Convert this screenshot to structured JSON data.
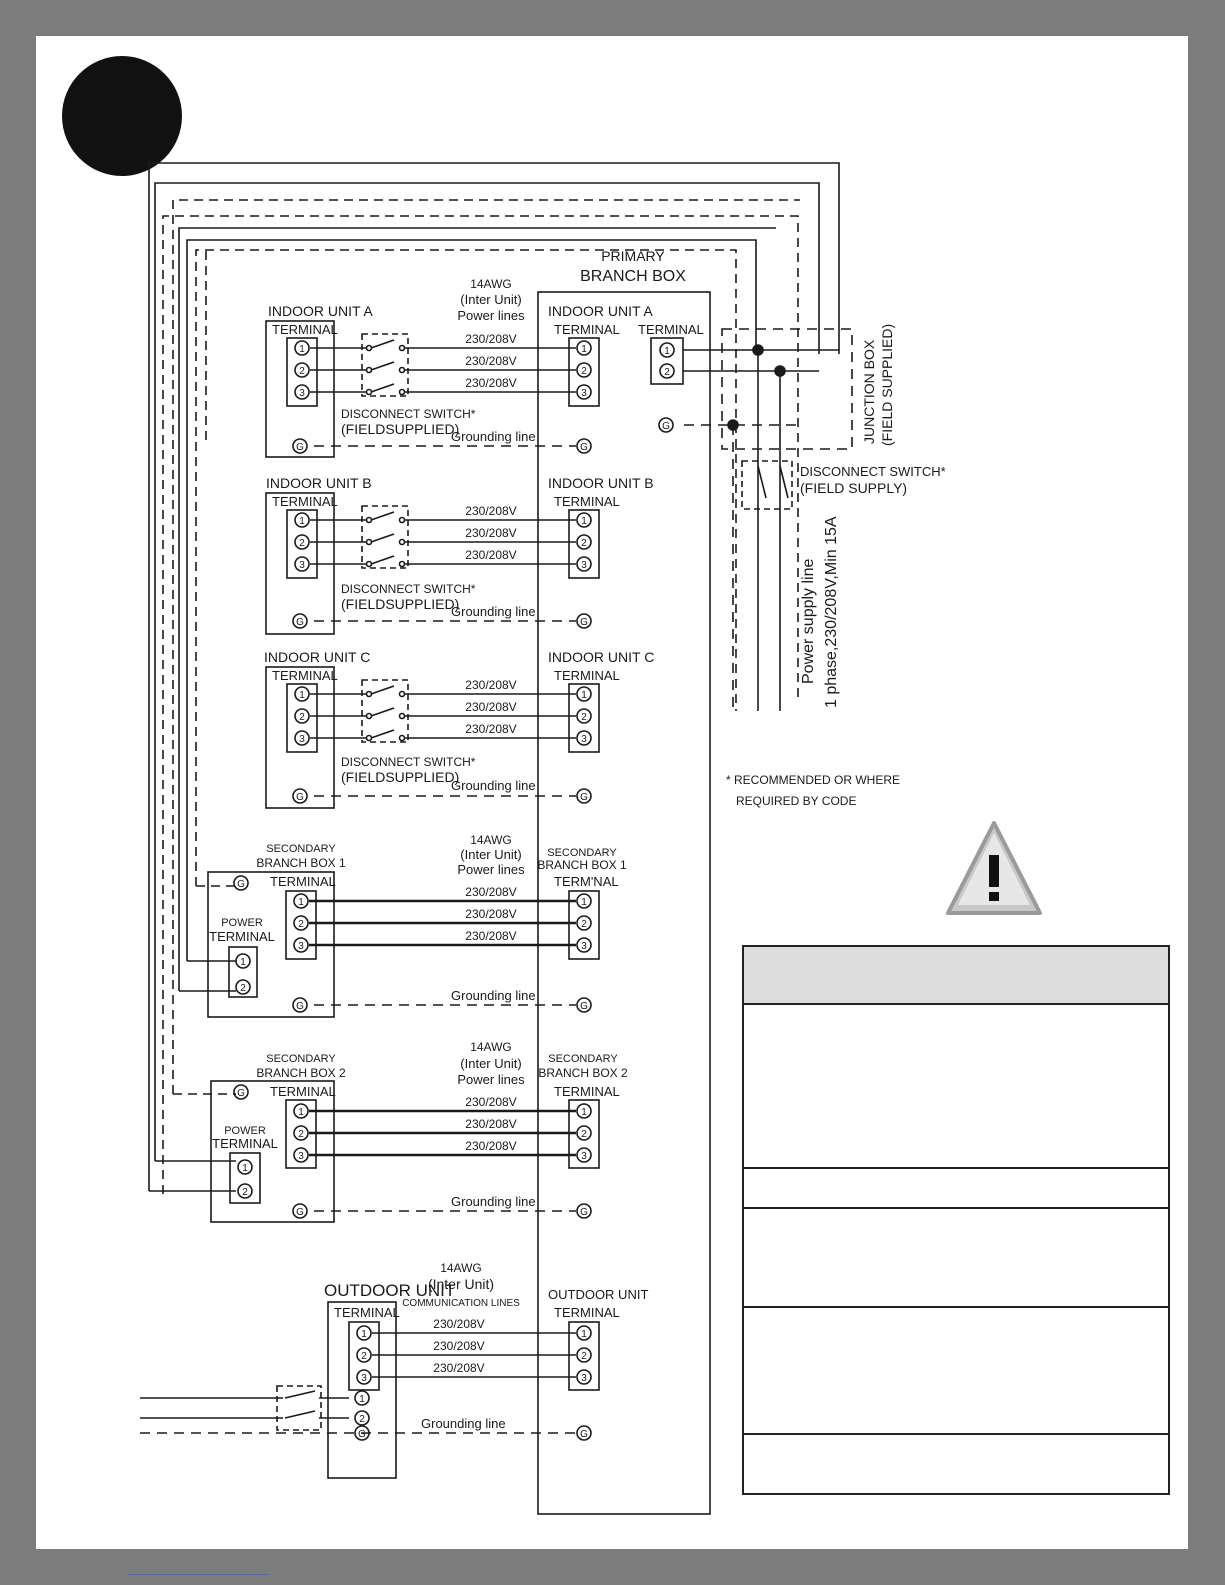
{
  "primary_branch_box": {
    "line1": "PRIMARY",
    "line2": "BRANCH BOX"
  },
  "wire_spec": {
    "gauge": "14AWG",
    "type": "(Inter Unit)",
    "power": "Power lines",
    "comm": "COMMUNICATION LINES"
  },
  "voltage": "230/208V",
  "grounding_line": "Grounding line",
  "terminal": "TERMINAL",
  "power": "POWER",
  "disconnect_switch": {
    "line1": "DISCONNECT SWITCH*",
    "line2": "(FIELDSUPPLIED)"
  },
  "indoor_units": [
    {
      "name": "INDOOR UNIT A"
    },
    {
      "name": "INDOOR UNIT B"
    },
    {
      "name": "INDOOR UNIT C"
    }
  ],
  "secondary_boxes": [
    {
      "line1": "SECONDARY",
      "line2": "BRANCH BOX 1",
      "terminal_right": "TERM'NAL"
    },
    {
      "line1": "SECONDARY",
      "line2": "BRANCH BOX 2",
      "terminal_right": "TERMINAL"
    }
  ],
  "outdoor_unit": {
    "name": "OUTDOOR UNIT"
  },
  "junction_box": {
    "line1": "JUNCTION BOX",
    "line2": "(FIELD SUPPLIED)"
  },
  "main_disconnect": {
    "line1": "DISCONNECT SWITCH*",
    "line2": "(FIELD SUPPLY)"
  },
  "power_supply": {
    "line1": "Power supply line",
    "line2": "1 phase,230/208V,Min 15A"
  },
  "note": {
    "line1": "* RECOMMENDED OR WHERE",
    "line2": "REQUIRED BY CODE"
  },
  "terminal_numbers": [
    "1",
    "2",
    "3"
  ],
  "ground_symbol": "G",
  "power_terminal_numbers": [
    "1",
    "2"
  ],
  "colors": {
    "background": "#7c7c7c",
    "page": "#ffffff",
    "ink": "#1a1a1a",
    "table_header": "#dcdcdc"
  },
  "icons": [
    "warning-icon"
  ]
}
